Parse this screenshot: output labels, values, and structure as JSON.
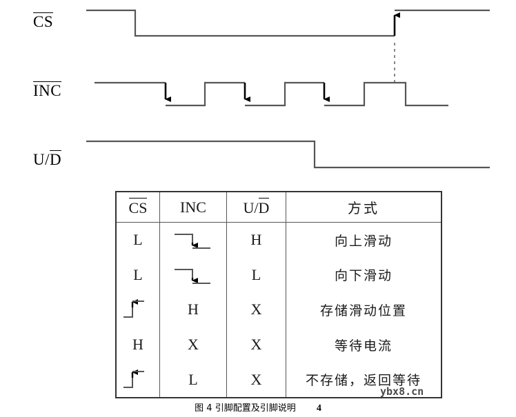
{
  "figure": {
    "caption_text": "图 4 引脚配置及引脚说明",
    "page_number": "4",
    "watermark": "ybx8.cn"
  },
  "waveforms": {
    "signals": [
      {
        "name": "CS",
        "label_main": "CS",
        "label_overline": "CS",
        "description": "chip-select, active low; starts high, falls low, returns high at end with rising-edge arrow"
      },
      {
        "name": "INC",
        "label_main": "INC",
        "label_overline": "INC",
        "description": "increment clock, active low; four negative-going pulses, first three marked with falling-edge arrows"
      },
      {
        "name": "U/D",
        "label_prefix": "U/",
        "label_overline": "D",
        "description": "up/down direction; starts high, falls low partway through"
      }
    ]
  },
  "chart_data": {
    "type": "line",
    "title": "",
    "xlabel": "",
    "ylabel": "",
    "series": [
      {
        "name": "CS",
        "level_high_y": 15,
        "level_low_y": 52,
        "points": [
          {
            "x": 125,
            "level": "H"
          },
          {
            "x": 196,
            "level": "H"
          },
          {
            "x": 196,
            "level": "L"
          },
          {
            "x": 572,
            "level": "L"
          },
          {
            "x": 572,
            "level": "H"
          },
          {
            "x": 710,
            "level": "H"
          }
        ],
        "arrows": [
          {
            "x": 572,
            "direction": "rising"
          }
        ]
      },
      {
        "name": "INC",
        "level_high_y": 120,
        "level_low_y": 153,
        "points": [
          {
            "x": 137,
            "level": "H"
          },
          {
            "x": 240,
            "level": "H"
          },
          {
            "x": 240,
            "level": "L"
          },
          {
            "x": 297,
            "level": "L"
          },
          {
            "x": 297,
            "level": "H"
          },
          {
            "x": 355,
            "level": "H"
          },
          {
            "x": 355,
            "level": "L"
          },
          {
            "x": 413,
            "level": "L"
          },
          {
            "x": 413,
            "level": "H"
          },
          {
            "x": 470,
            "level": "H"
          },
          {
            "x": 470,
            "level": "L"
          },
          {
            "x": 528,
            "level": "L"
          },
          {
            "x": 528,
            "level": "H"
          },
          {
            "x": 588,
            "level": "H"
          },
          {
            "x": 588,
            "level": "L"
          },
          {
            "x": 650,
            "level": "L"
          }
        ],
        "arrows": [
          {
            "x": 240,
            "direction": "falling"
          },
          {
            "x": 355,
            "direction": "falling"
          },
          {
            "x": 470,
            "direction": "falling"
          }
        ]
      },
      {
        "name": "U/D",
        "level_high_y": 205,
        "level_low_y": 243,
        "points": [
          {
            "x": 125,
            "level": "H"
          },
          {
            "x": 456,
            "level": "H"
          },
          {
            "x": 456,
            "level": "L"
          },
          {
            "x": 710,
            "level": "L"
          }
        ],
        "arrows": []
      }
    ],
    "annotations": [
      {
        "type": "dashed-vertical-line",
        "x": 572,
        "y_from": 120,
        "y_to": 52,
        "note": "links INC high level to CS rising edge"
      }
    ],
    "grid": false,
    "legend": "none"
  },
  "table": {
    "headers": [
      {
        "key": "cs",
        "label": "CS",
        "overline": true
      },
      {
        "key": "inc",
        "label": "INC",
        "overline": false
      },
      {
        "key": "ud_prefix",
        "label": "U/",
        "ud_overline": "D",
        "overline": false
      },
      {
        "key": "mode",
        "label": "方式",
        "overline": false
      }
    ],
    "header_labels": {
      "cs": "CS",
      "inc": "INC",
      "ud_prefix": "U/",
      "ud_bar": "D",
      "mode": "方式"
    },
    "rows": [
      {
        "cs": "L",
        "inc": "falling-edge",
        "ud": "H",
        "mode": "向上滑动"
      },
      {
        "cs": "L",
        "inc": "falling-edge",
        "ud": "L",
        "mode": "向下滑动"
      },
      {
        "cs": "rising-edge",
        "inc": "H",
        "ud": "X",
        "mode": "存储滑动位置"
      },
      {
        "cs": "H",
        "inc": "X",
        "ud": "X",
        "mode": "等待电流"
      },
      {
        "cs": "rising-edge",
        "inc": "L",
        "ud": "X",
        "mode": "不存储，返回等待"
      }
    ]
  }
}
